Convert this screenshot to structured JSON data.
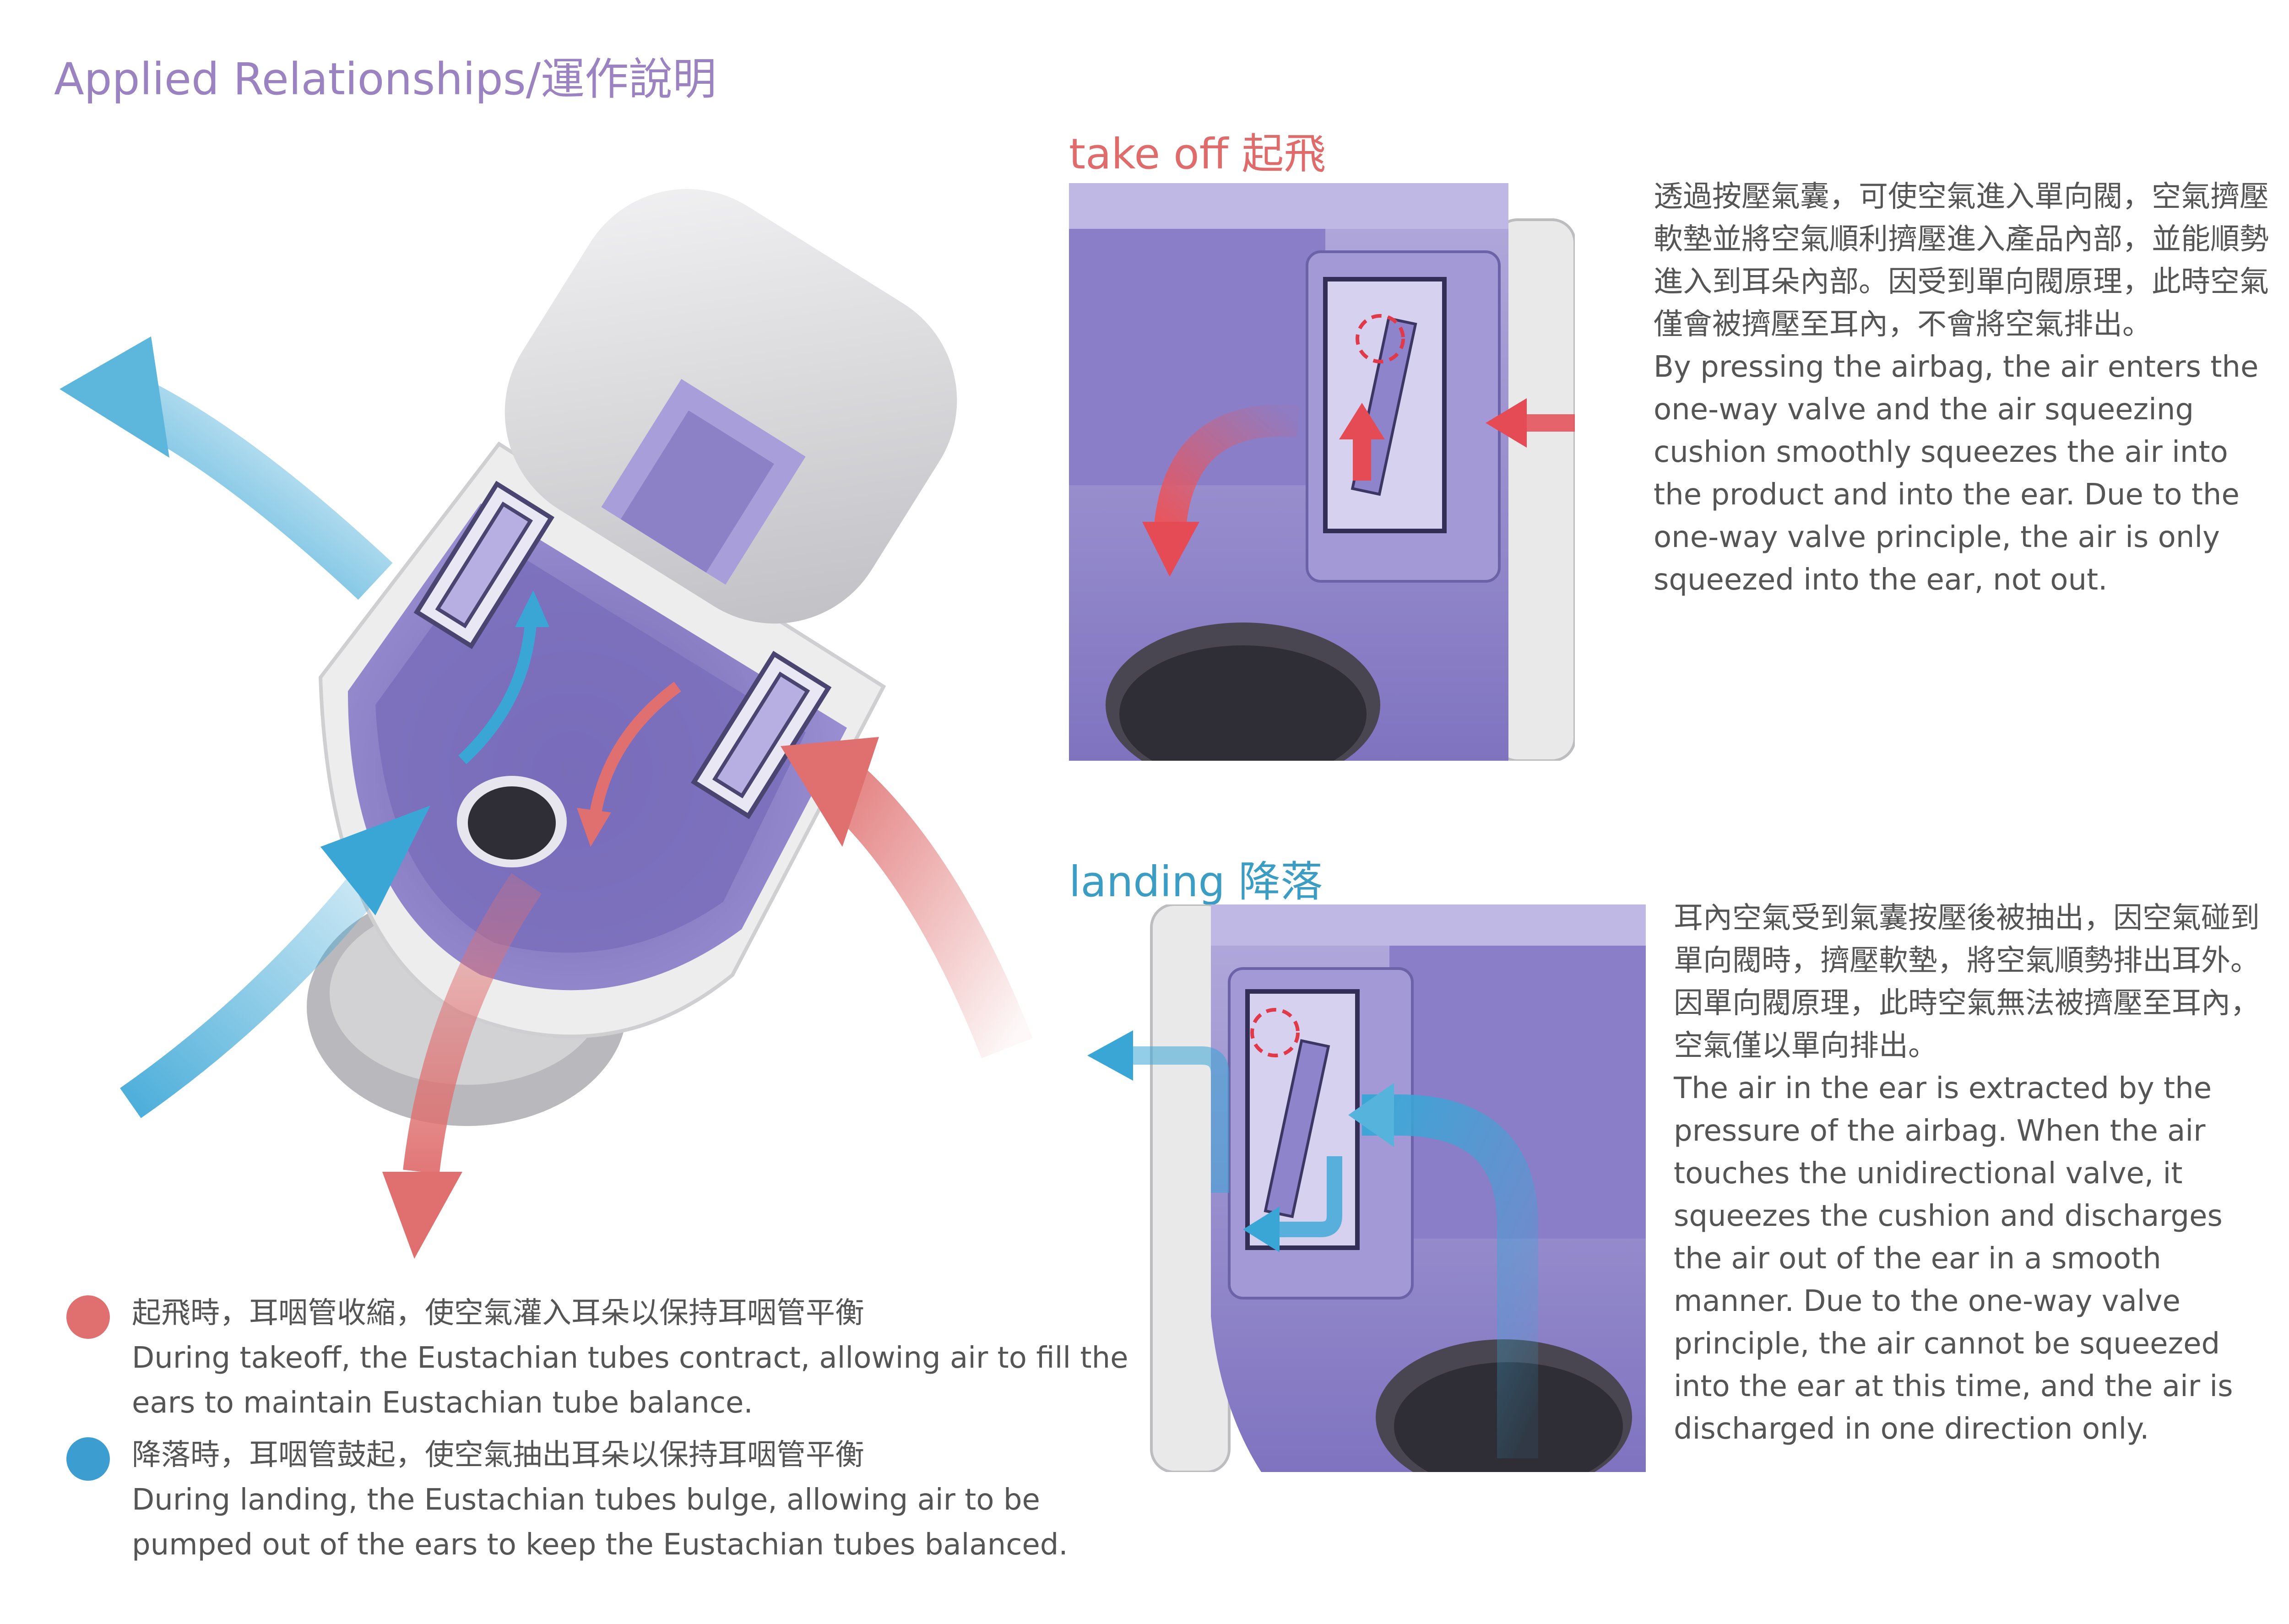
{
  "title": "Applied Relationships/運作說明",
  "takeoff": {
    "title": "take off 起飛",
    "zh": "透過按壓氣囊，可使空氣進入單向閥，空氣擠壓軟墊並將空氣順利擠壓進入產品內部，並能順勢進入到耳朵內部。因受到單向閥原理，此時空氣僅會被擠壓至耳內，不會將空氣排出。",
    "en": "By pressing the airbag, the air enters the one-way valve and the air squeezing cushion smoothly squeezes the air into the product and into the ear. Due to the one-way valve principle, the air is only squeezed into the ear, not out."
  },
  "landing": {
    "title": "landing 降落",
    "zh": "耳內空氣受到氣囊按壓後被抽出，因空氣碰到單向閥時，擠壓軟墊，將空氣順勢排出耳外。因單向閥原理，此時空氣無法被擠壓至耳內，空氣僅以單向排出。",
    "en": "The air in the ear is extracted by the pressure of the airbag. When the air touches the unidirectional valve, it squeezes the cushion and discharges the air out of the ear in a smooth manner. Due to the one-way valve principle, the air cannot be squeezed into the ear at this time, and the air is discharged in one direction only."
  },
  "legend": [
    {
      "zh": "起飛時，耳咽管收縮，使空氣灌入耳朵以保持耳咽管平衡",
      "en": "During takeoff, the Eustachian tubes contract, allowing air to fill the ears to maintain Eustachian tube balance.",
      "color": "#e07070"
    },
    {
      "zh": "降落時，耳咽管鼓起，使空氣抽出耳朵以保持耳咽管平衡",
      "en": "During landing, the Eustachian tubes bulge, allowing air to be pumped out of the ears to keep the Eustachian tubes balanced.",
      "color": "#3b9dd0"
    }
  ],
  "colors": {
    "accent": "#9b82c0",
    "red": "#e07070",
    "blue": "#3b9dd0",
    "device_purple": "#8f82c8",
    "device_shell": "#e6e6e8"
  }
}
